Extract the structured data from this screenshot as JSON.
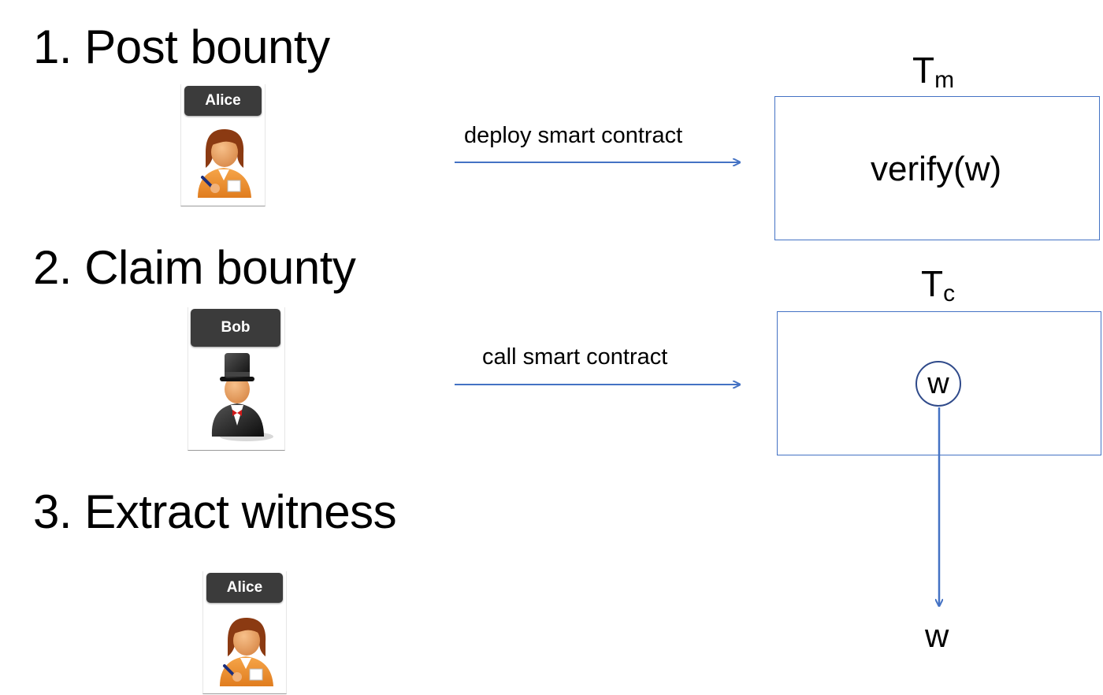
{
  "steps": [
    {
      "heading": "1. Post bounty",
      "actor": "Alice",
      "arrow_label": "deploy smart contract"
    },
    {
      "heading": "2. Claim bounty",
      "actor": "Bob",
      "arrow_label": "call smart contract"
    },
    {
      "heading": "3. Extract witness",
      "actor": "Alice"
    }
  ],
  "tx_mint": {
    "symbol": "T",
    "subscript": "m",
    "content": "verify(w)"
  },
  "tx_claim": {
    "symbol": "T",
    "subscript": "c",
    "witness": "w"
  },
  "extracted_witness": "w",
  "colors": {
    "accent_blue": "#4472c4",
    "badge_bg": "#3b3b3b"
  }
}
